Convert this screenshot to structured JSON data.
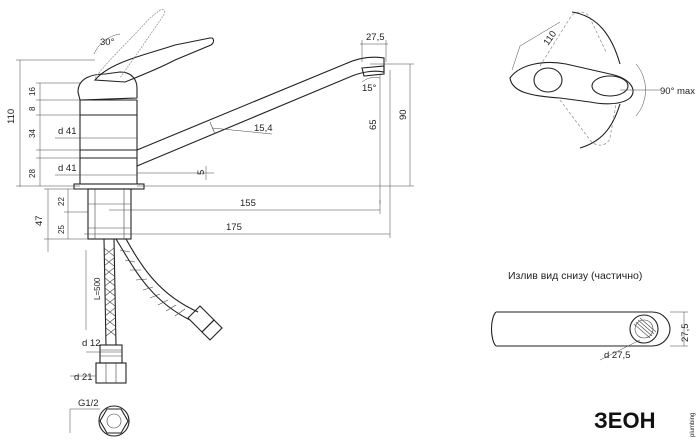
{
  "dims": {
    "handle_angle": "30°",
    "total_height": "110",
    "h16": "16",
    "h8": "8",
    "h34": "34",
    "h28": "28",
    "h47": "47",
    "h22": "22",
    "h25": "25",
    "d41_top": "d 41",
    "d41_bottom": "d 41",
    "spout_tip": "27,5",
    "spout_angle": "15°",
    "spout_height": "65",
    "outlet_height": "90",
    "spout_dia": "15,4",
    "gap": "5",
    "reach": "155",
    "length": "175",
    "hose_length": "L=500",
    "hose_dia": "d 12",
    "nut_dia": "d 21",
    "thread": "G1/2"
  },
  "top_view": {
    "width": "110",
    "rotation": "90° max"
  },
  "bottom_view": {
    "caption": "Излив вид снизу (частично)",
    "dia": "d 27,5",
    "height": "27,5"
  },
  "brand": {
    "logo": "ЗЕОН",
    "sub": "plumbing"
  }
}
